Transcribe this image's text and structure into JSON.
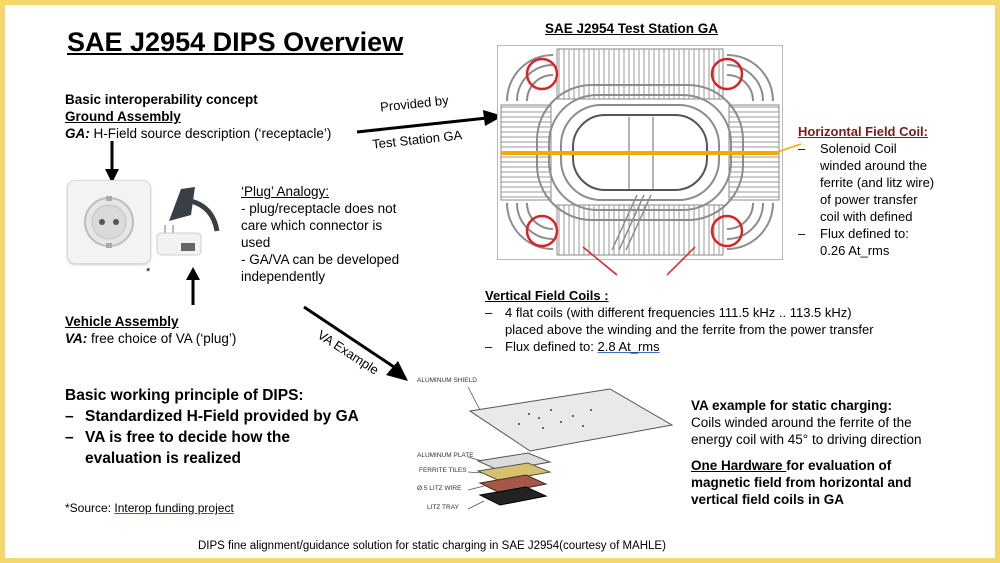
{
  "title": "SAE J2954 DIPS Overview",
  "left": {
    "concept_heading": "Basic interoperability concept",
    "ground_heading": "Ground Assembly",
    "ga_prefix": "GA:",
    "ga_text": " H-Field source description (‘receptacle’)",
    "plug_heading": "‘Plug’ Analogy:",
    "plug_lines": [
      "- plug/receptacle does not",
      "care which connector is",
      "used",
      "- GA/VA can be developed",
      "independently"
    ],
    "asterisk": "*",
    "vehicle_heading": "Vehicle Assembly",
    "va_prefix": "VA:",
    "va_text": " free choice of VA (‘plug’)",
    "principle_heading": "Basic working principle of DIPS:",
    "principle_items": [
      "Standardized H-Field provided by GA",
      "VA is free to decide how the",
      "evaluation is realized"
    ],
    "source_prefix": "*Source: ",
    "source_link": "Interop funding project"
  },
  "arrows": {
    "provided_by": "Provided by",
    "test_station": "Test Station GA",
    "va_example": "VA Example"
  },
  "station": {
    "heading": "SAE J2954 Test Station GA"
  },
  "horizontal": {
    "heading": "Horizontal Field Coil:",
    "items": [
      [
        "Solenoid Coil",
        "winded around the",
        "ferrite (and litz wire)",
        "of power transfer",
        "coil with defined"
      ],
      [
        "Flux defined to:",
        "0.26 At_rms"
      ]
    ]
  },
  "vertical": {
    "heading": "Vertical Field Coils :",
    "item1_line1": "4 flat coils (with different frequencies 111.5 kHz .. 113.5 kHz)",
    "item1_line2": "placed above the winding and the ferrite from the power transfer",
    "item2_prefix": "Flux defined to: ",
    "item2_value": "2.8 At_rms"
  },
  "exploded_labels": [
    "ALUMINUM SHIELD",
    "ALUMINUM PLATE",
    "FERRITE TILES",
    "Ø.5 LITZ WIRE",
    "LITZ TRAY"
  ],
  "va_static": {
    "heading": "VA example for static charging:",
    "lines": [
      "Coils winded around the ferrite of the",
      "energy coil with 45° to driving direction"
    ],
    "hw_underlined": "One Hardware ",
    "hw_rest": "for evaluation of",
    "hw_lines": [
      "magnetic field from horizontal and",
      "vertical field coils in GA"
    ]
  },
  "caption": "DIPS fine alignment/guidance solution for static charging in SAE J2954(courtesy of MAHLE)",
  "colors": {
    "frame": "#f5d76e",
    "accent_red": "#d9232a",
    "flux_line": "#f2a900",
    "heading_red": "#7a1c1c"
  }
}
